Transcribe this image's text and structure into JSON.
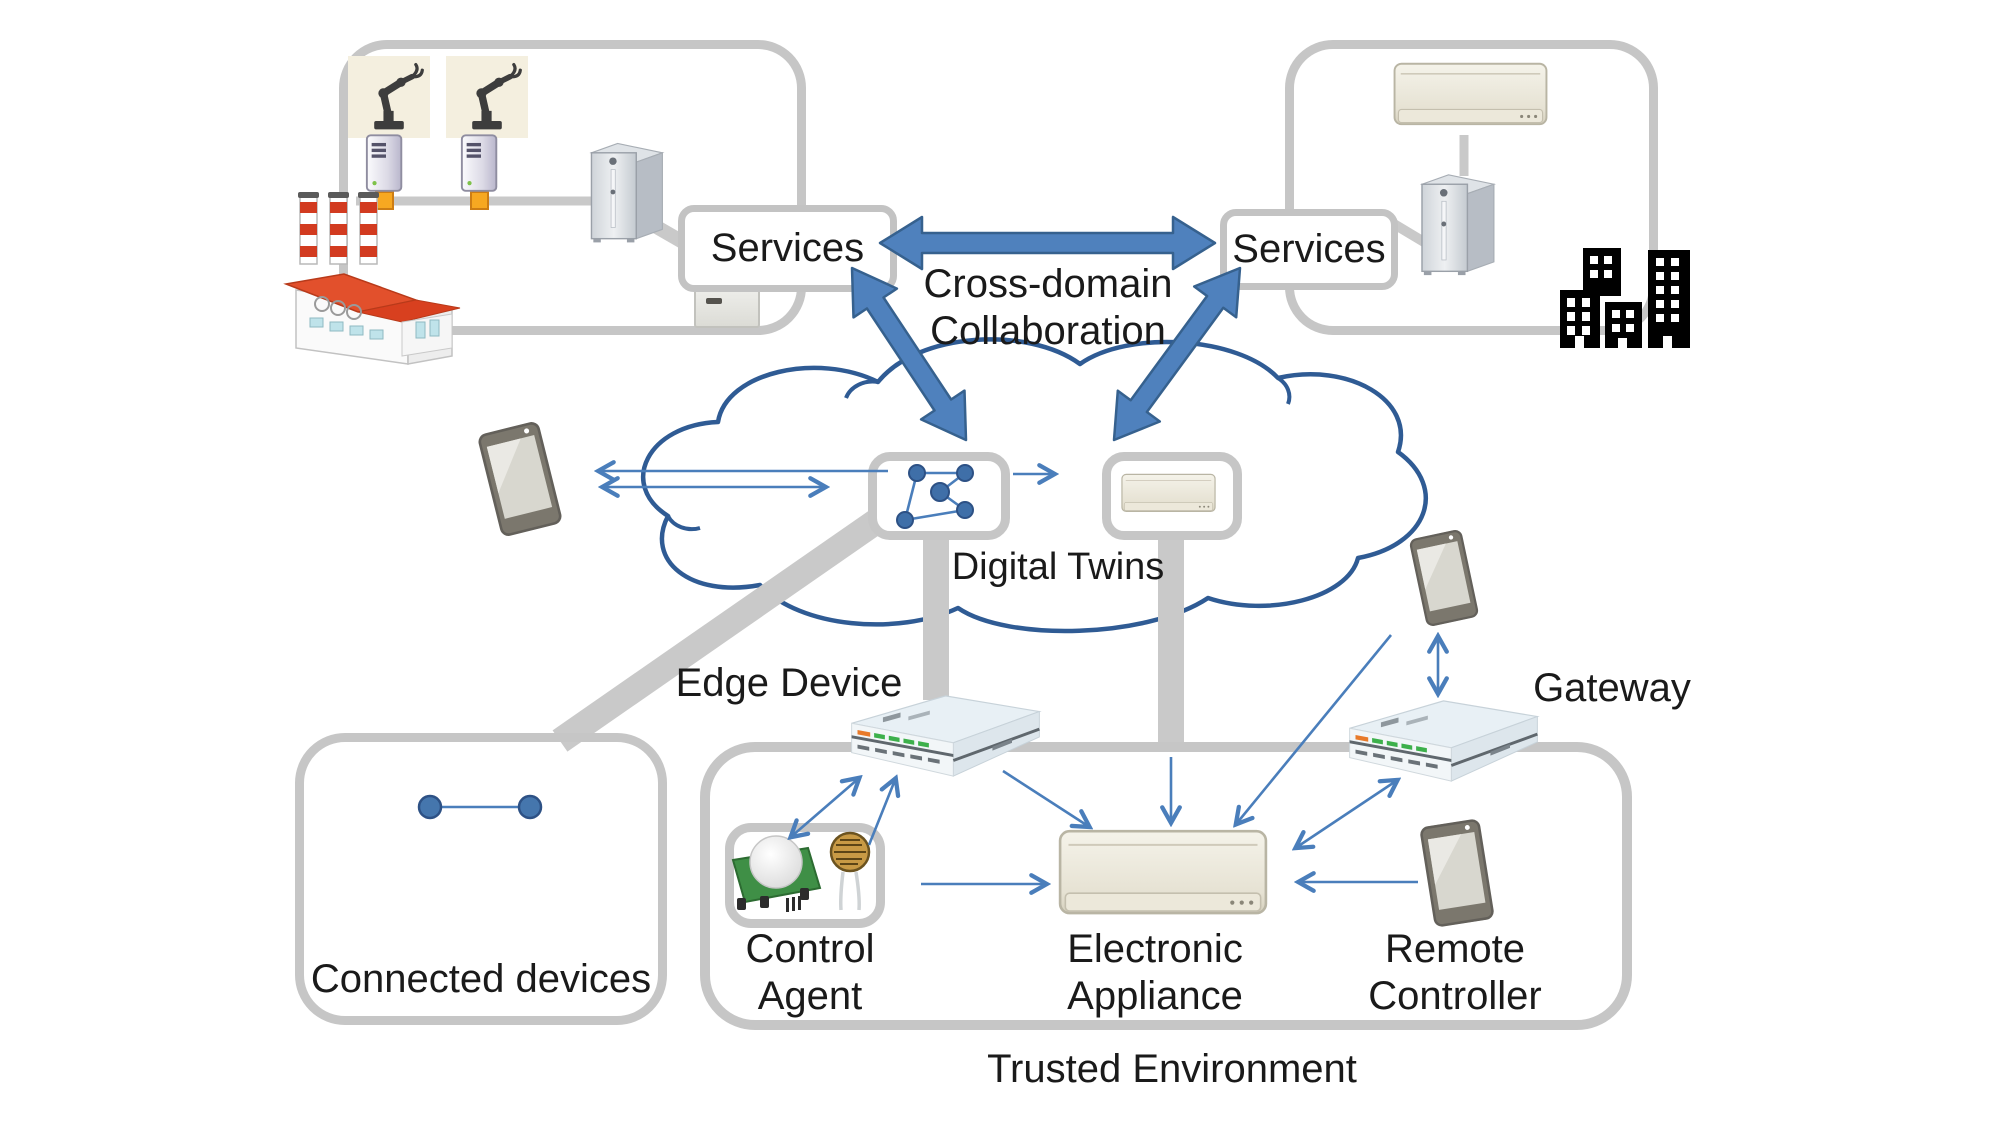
{
  "colors": {
    "big_arrow_fill": "#4f81bd",
    "big_arrow_outline": "#36618e",
    "thin_arrow_blue": "#4a7ebb",
    "box_border_gray": "#c6c6c6",
    "connector_gray": "#c9c9c9",
    "cloud_stroke": "#2f5b94",
    "text": "#1a1a1a",
    "led_orange": "#e87a2a",
    "led_green": "#3db04b",
    "factory_red": "#e0482a"
  },
  "factory_domain": {
    "services_label": "Services"
  },
  "building_domain": {
    "services_label": "Services"
  },
  "collaboration": {
    "line1": "Cross-domain",
    "line2": "Collaboration"
  },
  "cloud": {
    "label": "Digital Twins"
  },
  "edge": {
    "label": "Edge Device"
  },
  "gateway": {
    "label": "Gateway"
  },
  "connected_devices": {
    "label": "Connected devices"
  },
  "trusted_environment": {
    "label": "Trusted Environment",
    "control_agent": {
      "line1": "Control",
      "line2": "Agent"
    },
    "electronic_appliance": {
      "line1": "Electronic",
      "line2": "Appliance"
    },
    "remote_controller": {
      "line1": "Remote",
      "line2": "Controller"
    }
  }
}
